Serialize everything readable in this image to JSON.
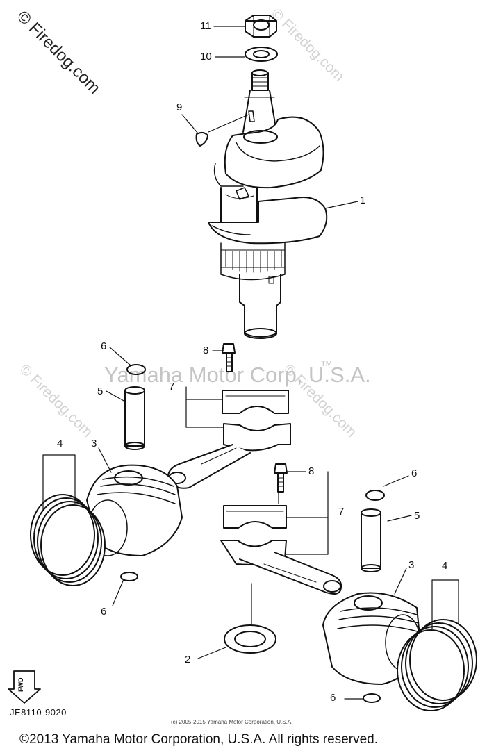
{
  "watermarks": {
    "main": "Yamaha Motor Corp, U.S.A.",
    "tm": "TM",
    "firedog": "© Firedog.com"
  },
  "callouts": {
    "c1": "1",
    "c2": "2",
    "c3a": "3",
    "c3b": "3",
    "c4a": "4",
    "c4b": "4",
    "c5a": "5",
    "c5b": "5",
    "c6a": "6",
    "c6b": "6",
    "c6c": "6",
    "c6d": "6",
    "c7a": "7",
    "c7b": "7",
    "c8a": "8",
    "c8b": "8",
    "c9": "9",
    "c10": "10",
    "c11": "11"
  },
  "fwd_label": "FWD",
  "part_code": "JE8110-9020",
  "small_copyright": "(c) 2005-2015 Yamaha Motor Corporation, U.S.A.",
  "copyright": "©2013 Yamaha Motor Corporation, U.S.A. All rights reserved."
}
